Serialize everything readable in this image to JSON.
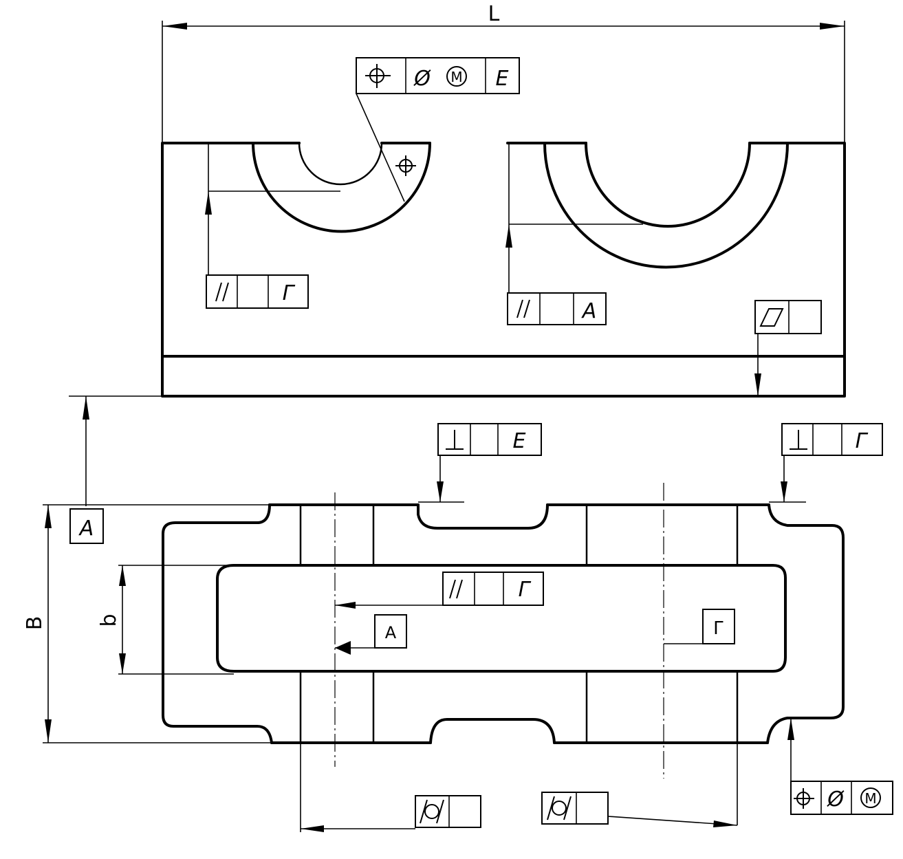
{
  "dimensions": {
    "length_label": "L",
    "height_label": "B",
    "inner_height_label": "b"
  },
  "datums": {
    "a_top": "A",
    "a_bottom": "A",
    "g": "Г"
  },
  "feature_control_frames": {
    "top_position": {
      "symbol": "position",
      "cells": [
        "Ø",
        "M",
        "E"
      ]
    },
    "parallel_left": {
      "symbol": "parallelism",
      "cells": [
        "",
        "Г"
      ]
    },
    "parallel_right": {
      "symbol": "parallelism",
      "cells": [
        "",
        "A"
      ]
    },
    "flatness": {
      "symbol": "flatness",
      "cells": [
        ""
      ]
    },
    "perp_e": {
      "symbol": "perpendicularity",
      "cells": [
        "",
        "E"
      ]
    },
    "perp_g": {
      "symbol": "perpendicularity",
      "cells": [
        "",
        "Г"
      ]
    },
    "parallel_center": {
      "symbol": "parallelism",
      "cells": [
        "",
        "Г"
      ]
    },
    "cyl_left": {
      "symbol": "cylindricity",
      "cells": [
        ""
      ]
    },
    "cyl_right": {
      "symbol": "cylindricity",
      "cells": [
        ""
      ]
    },
    "position_bottom": {
      "symbol": "position",
      "cells": [
        "Ø",
        "M"
      ]
    },
    "small_position": {
      "symbol": "position"
    }
  }
}
